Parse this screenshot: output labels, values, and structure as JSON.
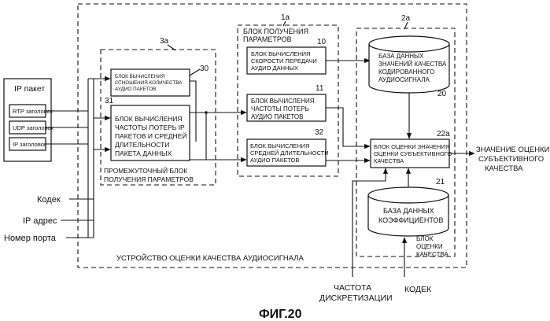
{
  "ip_packet": {
    "title": "IP пакет",
    "rtp": "RTP заголовок",
    "udp": "UDP заголовок",
    "ip": "IP заголовок"
  },
  "inputs": {
    "codec": "Кодек",
    "ip_address": "IP адрес",
    "port": "Номер порта"
  },
  "block_3a": {
    "ref": "3a",
    "caption": [
      "ПРОМЕЖУТОЧНЫЙ БЛОК",
      "ПОЛУЧЕНИЯ ПАРАМЕТРОВ"
    ],
    "b30": {
      "ref": "30",
      "lines": [
        "БЛОК ВЫЧИСЛЕНИЯ",
        "ОТНОШЕНИЯ КОЛИЧЕСТВА",
        "АУДИО ПАКЕТОВ"
      ]
    },
    "b31": {
      "ref": "31",
      "lines": [
        "БЛОК ВЫЧИСЛЕНИЯ",
        "ЧАСТОТЫ ПОТЕРЬ IP",
        "ПАКЕТОВ И СРЕДНЕЙ",
        "ДЛИТЕЛЬНОСТИ",
        "ПАКЕТА ДАННЫХ"
      ]
    }
  },
  "block_1a": {
    "ref": "1a",
    "caption": [
      "БЛОК ПОЛУЧЕНИЯ",
      "ПАРАМЕТРОВ"
    ],
    "b10": {
      "ref": "10",
      "lines": [
        "БЛОК ВЫЧИСЛЕНИЯ",
        "СКОРОСТИ ПЕРЕДАЧИ",
        "АУДИО ДАННЫХ"
      ]
    },
    "b11": {
      "ref": "11",
      "lines": [
        "БЛОК ВЫЧИСЛЕНИЯ",
        "ЧАСТОТЫ ПОТЕРЬ",
        "АУДИО ПАКЕТОВ"
      ]
    },
    "b32": {
      "ref": "32",
      "lines": [
        "БЛОК ВЫЧИСЛЕНИЯ",
        "СРЕДНЕЙ ДЛИТЕЛЬНОСТИ",
        "АУДИО ПАКЕТОВ"
      ]
    }
  },
  "block_2a": {
    "ref": "2a",
    "db20": {
      "ref": "20",
      "lines": [
        "БАЗА ДАННЫХ",
        "ЗНАЧЕНИЙ КАЧЕСТВА",
        "КОДИРОВАННОГО",
        "АУДИОСИГНАЛА"
      ]
    },
    "b22a": {
      "ref": "22a",
      "lines": [
        "БЛОК ОЦЕНКИ ЗНАЧЕНИЯ",
        "ОЦЕНКИ СУБЪЕКТИВНОГО",
        "КАЧЕСТВА"
      ]
    },
    "db21": {
      "ref": "21",
      "lines": [
        "БАЗА ДАННЫХ",
        "КОЭФФИЦИЕНТОВ"
      ]
    },
    "caption": [
      "БЛОК",
      "ОЦЕНКИ",
      "КАЧЕСТВА"
    ]
  },
  "device_label": "УСТРОЙСТВО ОЦЕНКИ КАЧЕСТВА АУДИОСИГНАЛА",
  "output": [
    "ЗНАЧЕНИЕ ОЦЕНКИ",
    "СУБЪЕКТИВНОГО",
    "КАЧЕСТВА"
  ],
  "sampling": [
    "ЧАСТОТА",
    "ДИСКРЕТИЗАЦИИ"
  ],
  "codec_in": "КОДЕК",
  "figure_title": "ФИГ.20"
}
